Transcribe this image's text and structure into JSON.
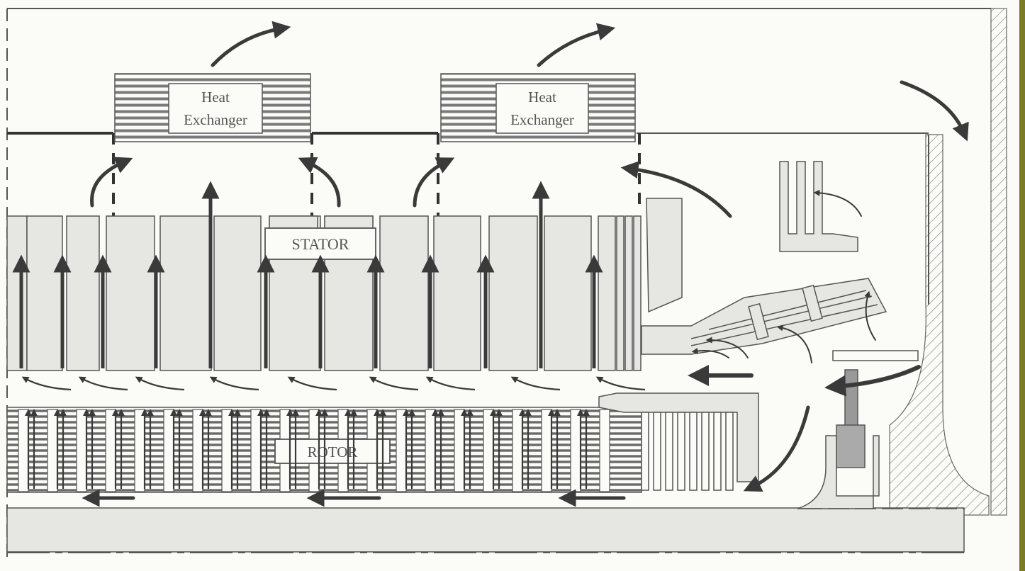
{
  "labels": {
    "heat_exchanger_1": [
      "Heat",
      "Exchanger"
    ],
    "heat_exchanger_2": [
      "Heat",
      "Exchanger"
    ],
    "stator": "STATOR",
    "rotor": "ROTOR"
  },
  "colors": {
    "background": "#fbfbf8",
    "outline": "#555555",
    "arrow": "#3a3a3a",
    "fill_light": "#e6e6e3",
    "right_border": "#7a7a2a"
  }
}
